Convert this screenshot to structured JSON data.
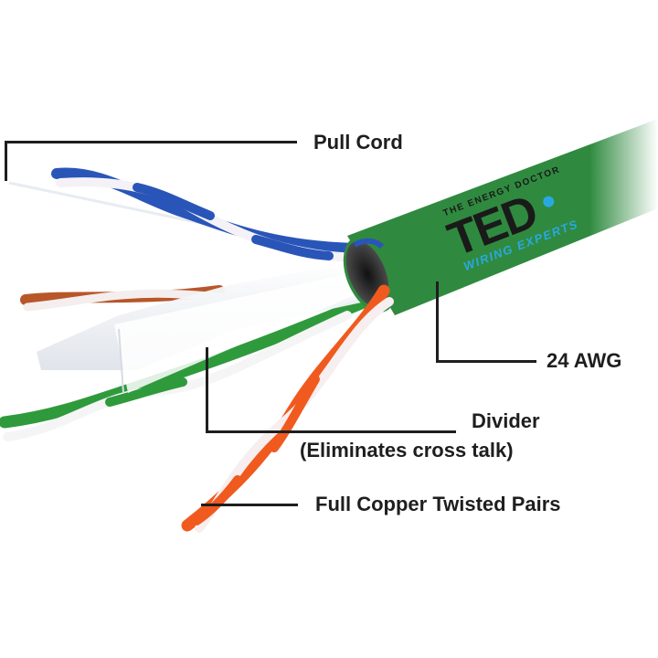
{
  "diagram": {
    "subject": "Cat6 UTP network cable cross-section",
    "brand": {
      "tagline_top": "THE ENERGY DOCTOR",
      "logo": "TED",
      "tagline_bottom": "WIRING EXPERTS"
    },
    "labels": {
      "pull_cord": "Pull Cord",
      "awg": "24 AWG",
      "divider": "Divider",
      "divider_note": "(Eliminates cross talk)",
      "pairs": "Full Copper Twisted Pairs"
    },
    "colors": {
      "jacket": "#2f8a3f",
      "jacket_dark": "#1f6a2c",
      "logo_text": "#1a1a1a",
      "logo_accent": "#29a8e0",
      "pair_blue": "#2a55b8",
      "pair_brown": "#b8562a",
      "pair_green": "#2f9a3c",
      "pair_orange": "#f05a1e",
      "divider": "#eef0f4",
      "leader_line": "#1e1e1e"
    }
  }
}
